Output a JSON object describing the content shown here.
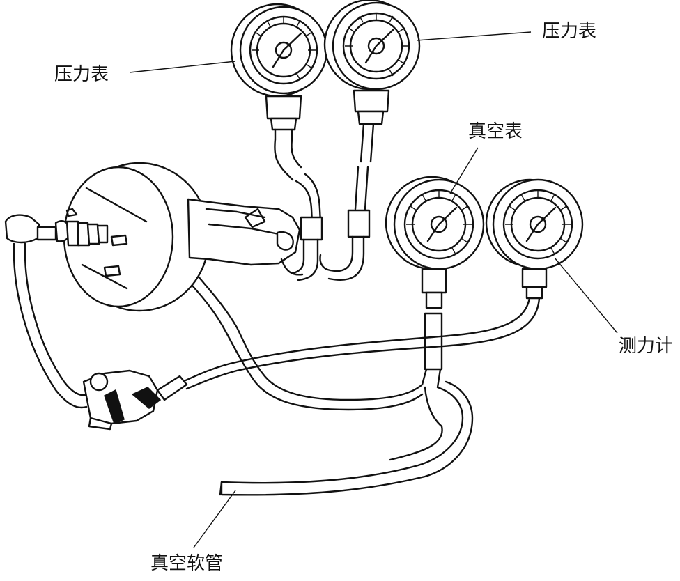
{
  "labels": {
    "pressure_gauge_left": "压力表",
    "pressure_gauge_right": "压力表",
    "vacuum_gauge": "真空表",
    "force_meter": "测力计",
    "vacuum_hose": "真空软管"
  },
  "colors": {
    "ink": "#111111",
    "background": "#ffffff"
  }
}
